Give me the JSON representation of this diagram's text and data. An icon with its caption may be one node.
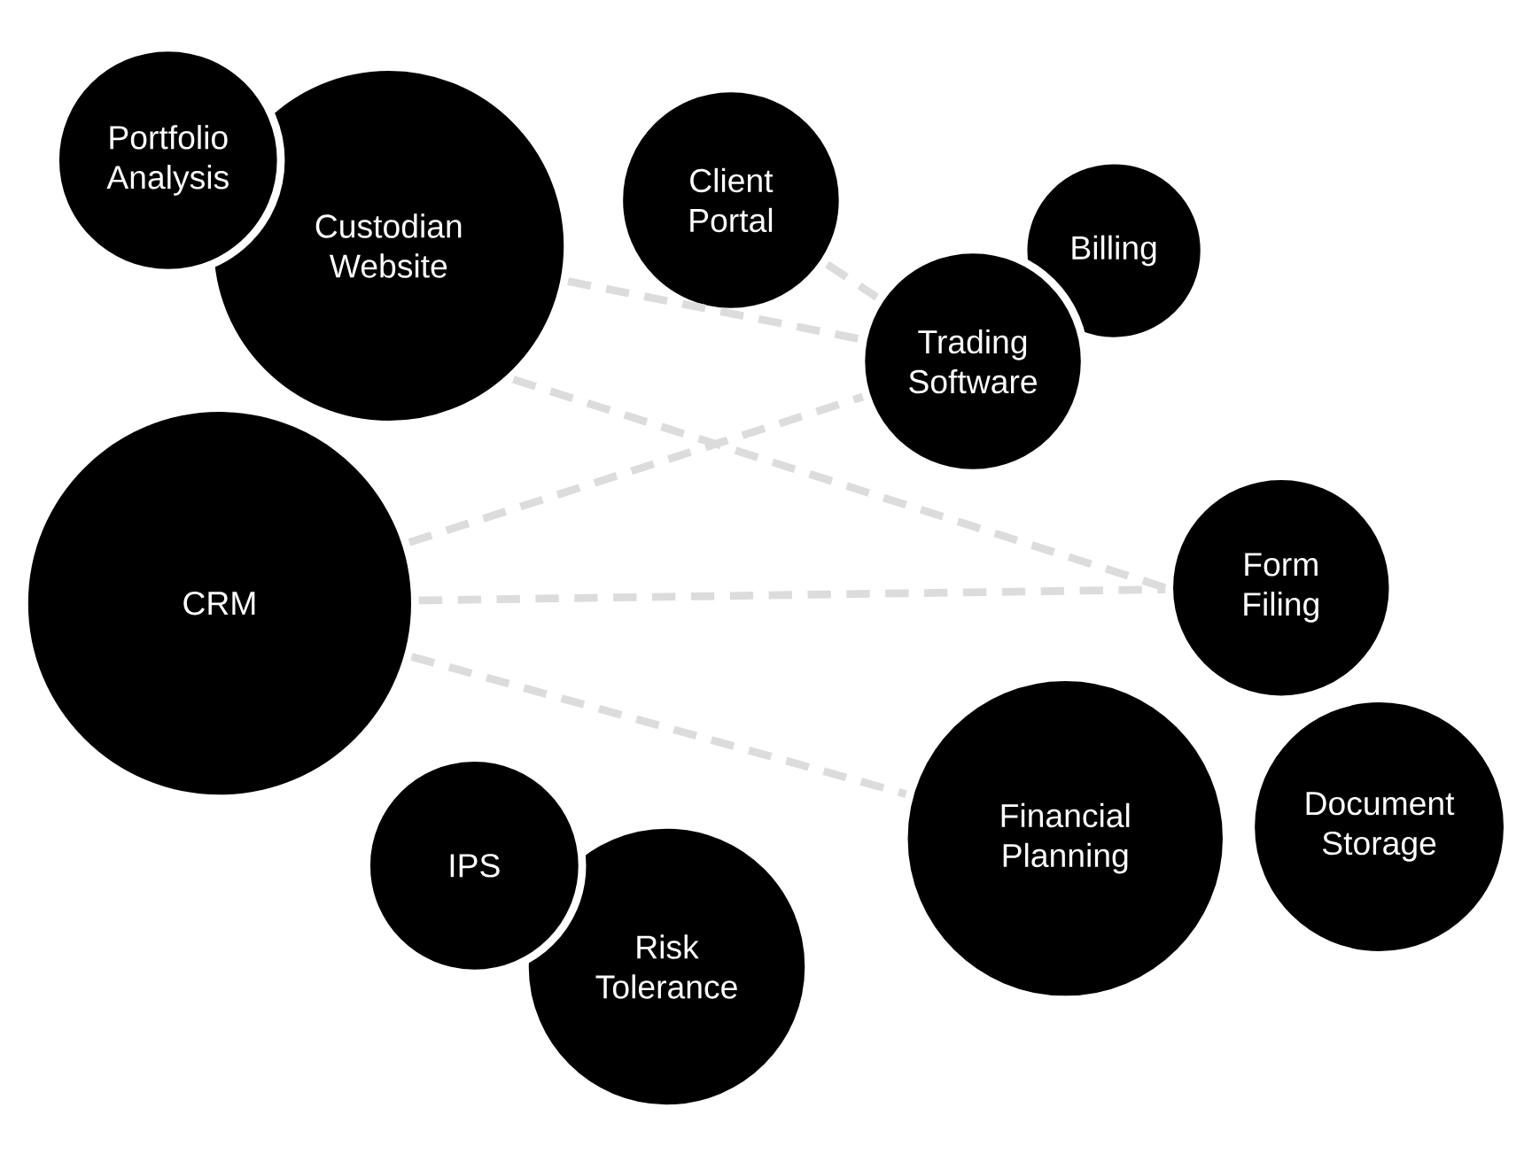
{
  "diagram": {
    "nodes": [
      {
        "text": [
          "Portfolio Analysis"
        ]
      },
      {
        "text": [
          "Custodian Website"
        ]
      },
      {
        "text": [
          "Client Portal"
        ]
      },
      {
        "text": [
          "Billing"
        ]
      },
      {
        "text": [
          "Trading Software"
        ]
      },
      {
        "text": [
          "CRM"
        ]
      },
      {
        "text": [
          "Form Filing"
        ]
      },
      {
        "text": [
          "Financial Planning"
        ]
      },
      {
        "text": [
          "Document Storage"
        ]
      },
      {
        "text": [
          "IPS"
        ]
      },
      {
        "text": [
          "Risk Tolerance"
        ]
      }
    ],
    "edges": [
      {
        "from": 2,
        "to": 4,
        "arrow": "none",
        "style": "dashed"
      },
      {
        "from": 1,
        "to": 4,
        "arrow": "none",
        "style": "dashed"
      },
      {
        "from": 1,
        "to": 6,
        "arrow": "none",
        "style": "dashed"
      },
      {
        "from": 5,
        "to": 4,
        "arrow": "none",
        "style": "dashed"
      },
      {
        "from": 5,
        "to": 6,
        "arrow": "none",
        "style": "dashed"
      },
      {
        "from": 5,
        "to": 7,
        "arrow": "none",
        "style": "dashed"
      }
    ]
  }
}
